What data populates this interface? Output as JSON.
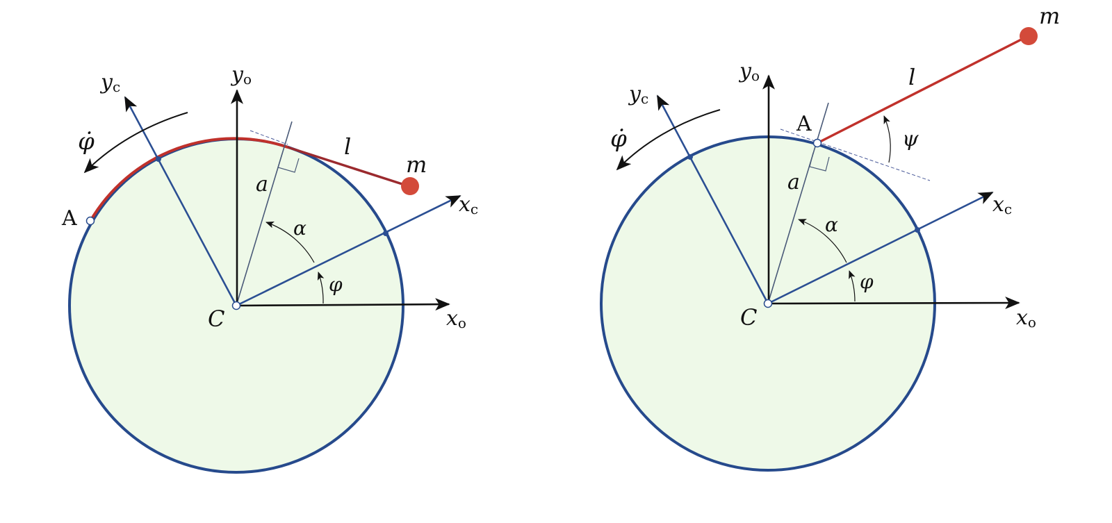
{
  "colors": {
    "disk_fill": "#eef9e8",
    "disk_stroke": "#264a8c",
    "body_axes": "#2b4f93",
    "inertial_axes": "#111111",
    "cable": "#c0312b",
    "cable_dark": "#9b2a2e",
    "mass": "#d34a3a",
    "radius_line": "#4a5a78",
    "dash": "#4a5a99",
    "arrow": "#111111"
  },
  "diagrams": [
    {
      "id": "left",
      "labels": {
        "y_o": "y",
        "y_o_sub": "o",
        "y_c": "y",
        "y_c_sub": "c",
        "x_o": "x",
        "x_o_sub": "o",
        "x_c": "x",
        "x_c_sub": "c",
        "center": "C",
        "point": "A",
        "mass": "m",
        "length": "l",
        "radius": "a",
        "alpha": "α",
        "phi": "φ",
        "phidot": "φ̇"
      }
    },
    {
      "id": "right",
      "labels": {
        "y_o": "y",
        "y_o_sub": "o",
        "y_c": "y",
        "y_c_sub": "c",
        "x_o": "x",
        "x_o_sub": "o",
        "x_c": "x",
        "x_c_sub": "c",
        "center": "C",
        "point": "A",
        "mass": "m",
        "length": "l",
        "radius": "a",
        "alpha": "α",
        "phi": "φ",
        "psi": "ψ",
        "phidot": "φ̇"
      }
    }
  ]
}
